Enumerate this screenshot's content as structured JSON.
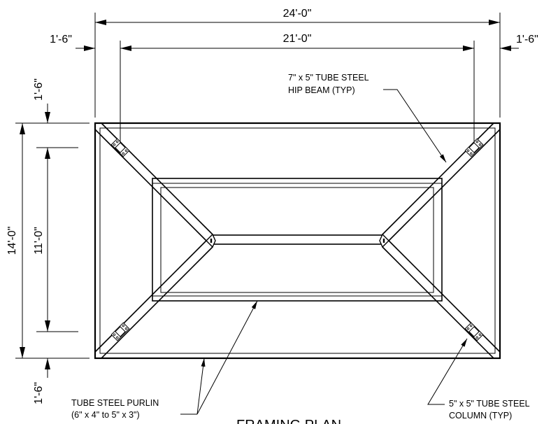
{
  "dimensions": {
    "overall_width": "24'-0\"",
    "inner_width": "21'-0\"",
    "left_overhang": "1'-6\"",
    "right_overhang": "1'-6\"",
    "overall_depth": "14'-0\"",
    "inner_depth": "11'-0\"",
    "top_overhang": "1'-6\"",
    "bottom_overhang": "1'-6\""
  },
  "callouts": {
    "hip_beam_line1": "7\" x 5\" TUBE STEEL",
    "hip_beam_line2": "HIP BEAM (TYP)",
    "purlin_line1": "TUBE STEEL PURLIN",
    "purlin_line2": "(6\" x 4\" to 5\" x 3\")",
    "column_line1": "5\" x 5\" TUBE STEEL",
    "column_line2": "COLUMN (TYP)"
  },
  "title": "FRAMING PLAN"
}
